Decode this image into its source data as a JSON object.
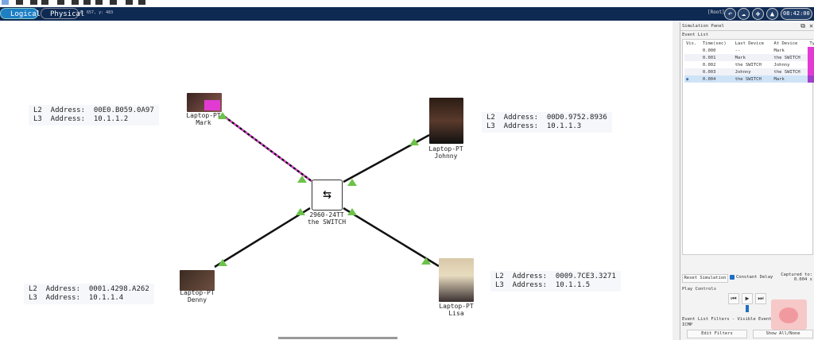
{
  "toolbar": {
    "tabs": [
      {
        "label": "Logical"
      },
      {
        "label": "Physical"
      }
    ],
    "coords": "x: 657, y: 483",
    "root": "[Root]",
    "time": "08:42:00"
  },
  "devices": [
    {
      "type": "Laptop-PT",
      "name": "Mark",
      "l2_label": "L2  Address:",
      "l2": "00E0.B059.0A97",
      "l3_label": "L3  Address:",
      "l3": "10.1.1.2"
    },
    {
      "type": "Laptop-PT",
      "name": "Johnny",
      "l2_label": "L2  Address:",
      "l2": "00D0.9752.8936",
      "l3_label": "L3  Address:",
      "l3": "10.1.1.3"
    },
    {
      "type": "Laptop-PT",
      "name": "Denny",
      "l2_label": "L2  Address:",
      "l2": "0001.4298.A262",
      "l3_label": "L3  Address:",
      "l3": "10.1.1.4"
    },
    {
      "type": "Laptop-PT",
      "name": "Lisa",
      "l2_label": "L2  Address:",
      "l2": "0009.7CE3.3271",
      "l3_label": "L3  Address:",
      "l3": "10.1.1.5"
    },
    {
      "type": "2960-24TT",
      "name": "the SWITCH"
    }
  ],
  "panel": {
    "title": "Simulation Panel",
    "event_list": "Event List",
    "columns": [
      "Vis.",
      "Time(sec)",
      "Last Device",
      "At Device",
      "Ty"
    ],
    "events": [
      {
        "time": "0.000",
        "last": "--",
        "at": "Mark",
        "color": "#e23bd3"
      },
      {
        "time": "0.001",
        "last": "Mark",
        "at": "the SWITCH",
        "color": "#e23bd3"
      },
      {
        "time": "0.002",
        "last": "the SWITCH",
        "at": "Johnny",
        "color": "#e23bd3"
      },
      {
        "time": "0.003",
        "last": "Johnny",
        "at": "the SWITCH",
        "color": "#e23bd3"
      },
      {
        "time": "0.004",
        "last": "the SWITCH",
        "at": "Mark",
        "color": "#a040c8"
      }
    ],
    "reset": "Reset Simulation",
    "constant_delay": "Constant Delay",
    "captured_label": "Captured to:",
    "captured": "0.004 s",
    "play_controls": "Play Controls",
    "filters_title": "Event List Filters - Visible Events",
    "filter_value": "ICMP",
    "edit_filters": "Edit Filters",
    "show_all": "Show All/None"
  }
}
